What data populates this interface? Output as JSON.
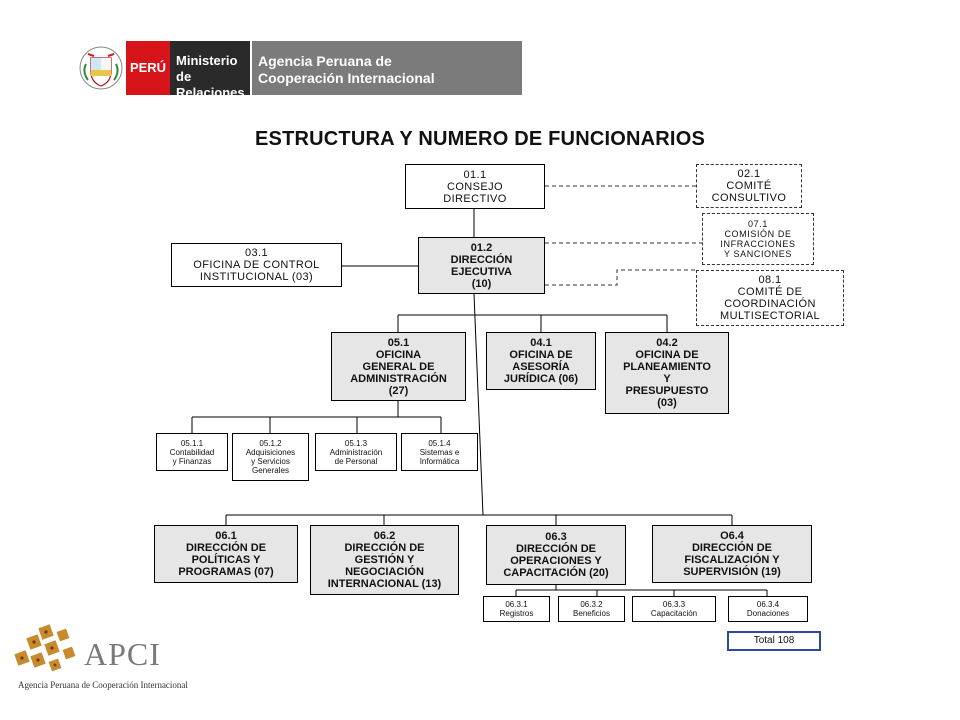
{
  "header": {
    "peru_label": "PERÚ",
    "ministry": [
      "Ministerio de",
      "Relaciones Exteriores"
    ],
    "agency": [
      "Agencia Peruana de",
      "Cooperación Internacional"
    ]
  },
  "title": "ESTRUCTURA Y NUMERO DE FUNCIONARIOS",
  "boxes": {
    "b011": "01.1\nCONSEJO\nDIRECTIVO",
    "b021": "02.1\nCOMITÉ\nCONSULTIVO",
    "b071": "07.1\nCOMISIÓN DE\nINFRACCIONES\nY SANCIONES",
    "b031": "03.1\nOFICINA DE CONTROL\nINSTITUCIONAL (03)",
    "b012": "01.2\nDIRECCIÓN\nEJECUTIVA\n(10)",
    "b081": "08.1\nCOMITÉ DE\nCOORDINACIÓN\nMULTISECTORIAL",
    "b051": "05.1\nOFICINA\nGENERAL DE\nADMINISTRACIÓN\n(27)",
    "b041": "04.1\nOFICINA DE\nASESORÍA\nJURÍDICA (06)",
    "b042": "04.2\nOFICINA DE\nPLANEAMIENTO\nY\nPRESUPUESTO\n(03)",
    "b0511": "05.1.1\nContabilidad\ny Finanzas",
    "b0512": "05.1.2\nAdquisiciones\ny Servicios\nGenerales",
    "b0513": "05.1.3\nAdministración\nde Personal",
    "b0514": "05.1.4\nSistemas e\nInformática",
    "b061": "06.1\nDIRECCIÓN DE\nPOLÍTICAS Y\nPROGRAMAS (07)",
    "b062": "06.2\nDIRECCIÓN DE\nGESTIÓN Y\nNEGOCIACIÓN\nINTERNACIONAL (13)",
    "b063": "06.3\nDIRECCIÓN DE\nOPERACIONES Y\nCAPACITACIÓN (20)",
    "b064": "O6.4\nDIRECCIÓN DE\nFISCALIZACIÓN Y\nSUPERVISIÓN (19)",
    "b0631": "06.3.1\nRegistros",
    "b0632": "06.3.2\nBeneficios",
    "b0633": "06.3.3\nCapacitación",
    "b0634": "06.3.4\nDonaciones"
  },
  "total": "Total 108",
  "footer": {
    "logo_word": "APCI",
    "logo_tagline": "Agencia Peruana de Cooperación Internacional"
  },
  "colors": {
    "peru_red": "#d6141a",
    "dark_band": "#2a2a2a",
    "gray_band": "#7b7b7b",
    "box_gray": "#e6e6e6",
    "total_border": "#2a4a9b"
  },
  "icons": [
    "peru-coat-of-arms-icon",
    "apci-logo-icon"
  ]
}
